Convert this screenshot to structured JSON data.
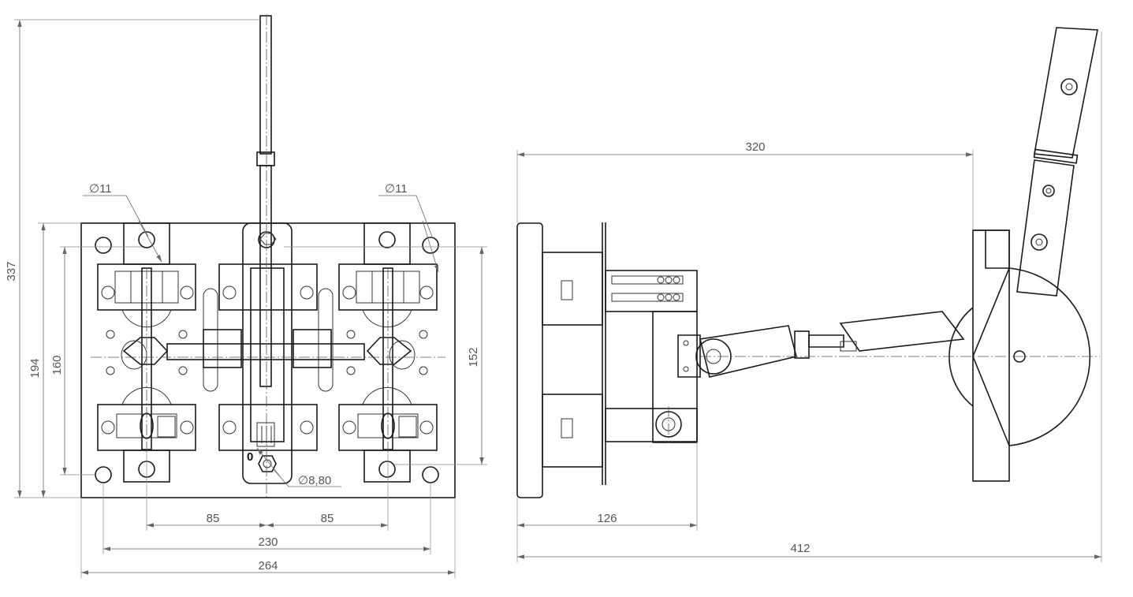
{
  "front_view": {
    "dim_total_height": "337",
    "dim_plate_height": "194",
    "dim_hole_spacing_left": "160",
    "dim_hole_spacing_right": "152",
    "hole_callout_left": "∅11",
    "hole_callout_right": "∅11",
    "center_hole_callout": "∅8,80",
    "position_mark": "0",
    "dim_left_pitch": "85",
    "dim_right_pitch": "85",
    "dim_hole_spacing_width": "230",
    "dim_plate_width": "264"
  },
  "side_view": {
    "dim_depth_to_base": "320",
    "dim_base_depth": "126",
    "dim_total_depth": "412"
  }
}
